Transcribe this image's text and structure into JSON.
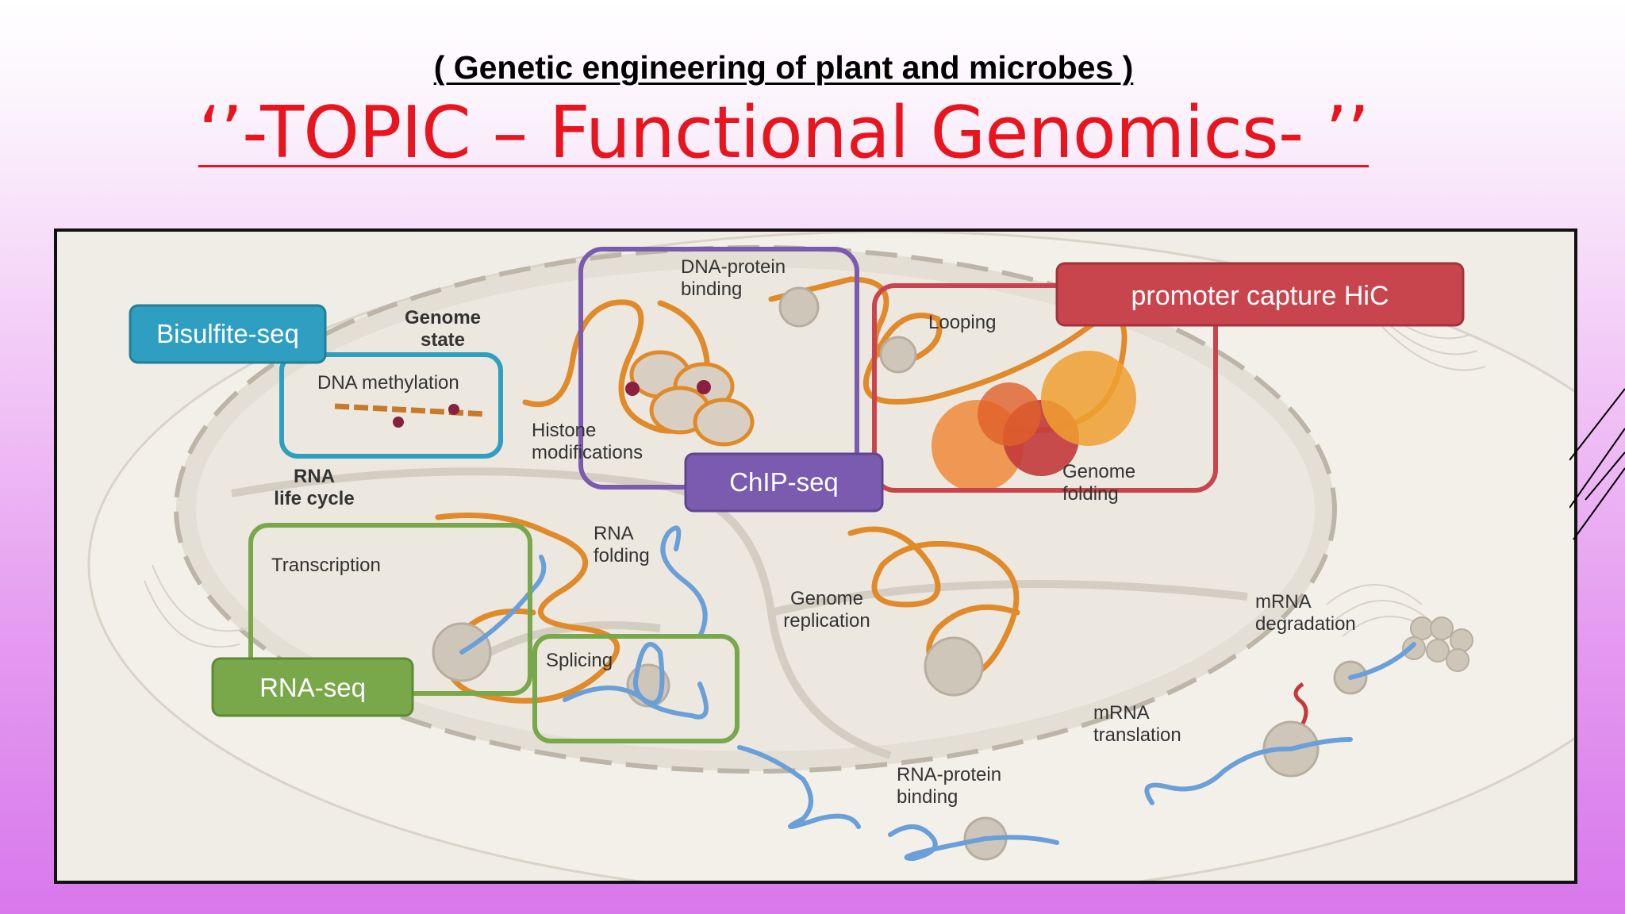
{
  "header": {
    "subtitle": "( Genetic engineering of plant and microbes )",
    "title": "‘’-TOPIC – Functional Genomics- ’’"
  },
  "diagram": {
    "methods": {
      "bisulfite": "Bisulfite-seq",
      "chip": "ChIP-seq",
      "hic": "promoter capture HiC",
      "rnaseq": "RNA-seq"
    },
    "labels": {
      "genome_state": [
        "Genome",
        "state"
      ],
      "dna_methylation": "DNA methylation",
      "dna_protein": [
        "DNA-protein",
        "binding"
      ],
      "looping": "Looping",
      "histone": [
        "Histone",
        "modifications"
      ],
      "genome_folding": [
        "Genome",
        "folding"
      ],
      "rna_life_cycle": [
        "RNA",
        "life cycle"
      ],
      "transcription": "Transcription",
      "rna_folding": [
        "RNA",
        "folding"
      ],
      "genome_replication": [
        "Genome",
        "replication"
      ],
      "mrna_degradation": [
        "mRNA",
        "degradation"
      ],
      "splicing": "Splicing",
      "mrna_translation": [
        "mRNA",
        "translation"
      ],
      "rna_protein": [
        "RNA-protein",
        "binding"
      ]
    },
    "colors": {
      "bisulfite": "#2e9fc0",
      "chip": "#7a5bb0",
      "hic": "#c9454e",
      "rnaseq": "#78a84a",
      "dna": "#e08a2a",
      "rna": "#6a9fd8"
    }
  }
}
